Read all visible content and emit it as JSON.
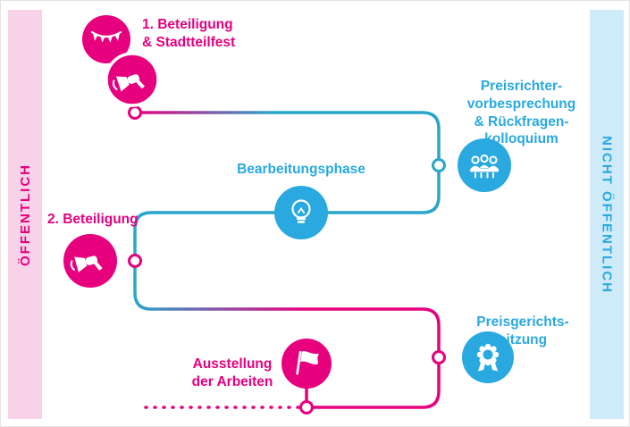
{
  "bands": {
    "left": {
      "label": "ÖFFENTLICH",
      "bg": "#f8d2e8",
      "color": "#e6007e"
    },
    "right": {
      "label": "NICHT ÖFFENTLICH",
      "bg": "#cfeaf8",
      "color": "#29a9e0"
    }
  },
  "colors": {
    "pink": "#e6007e",
    "blue": "#29a9e0",
    "teal_line": "#2aa6c9",
    "white": "#ffffff"
  },
  "steps": [
    {
      "id": "beteiligung-1",
      "label": "1. Beteiligung\n& Stadtteilfest",
      "phase": "öffentlich",
      "icons": [
        "bunting-icon",
        "megaphone-icon"
      ]
    },
    {
      "id": "preisrichtervorbesprechung",
      "label": "Preisrichter-\nvorbesprechung\n& Rückfragen-\nkolloquium",
      "phase": "nicht öffentlich",
      "icons": [
        "jury-icon"
      ]
    },
    {
      "id": "bearbeitungsphase",
      "label": "Bearbeitungsphase",
      "phase": "",
      "icons": [
        "lightbulb-icon"
      ]
    },
    {
      "id": "beteiligung-2",
      "label": "2. Beteiligung",
      "phase": "öffentlich",
      "icons": [
        "megaphone-icon"
      ]
    },
    {
      "id": "preisgerichtssitzung",
      "label": "Preisgerichts-\nsitzung",
      "phase": "nicht öffentlich",
      "icons": [
        "award-icon"
      ]
    },
    {
      "id": "ausstellung",
      "label": "Ausstellung\nder Arbeiten",
      "phase": "öffentlich",
      "icons": [
        "flag-icon"
      ]
    }
  ]
}
